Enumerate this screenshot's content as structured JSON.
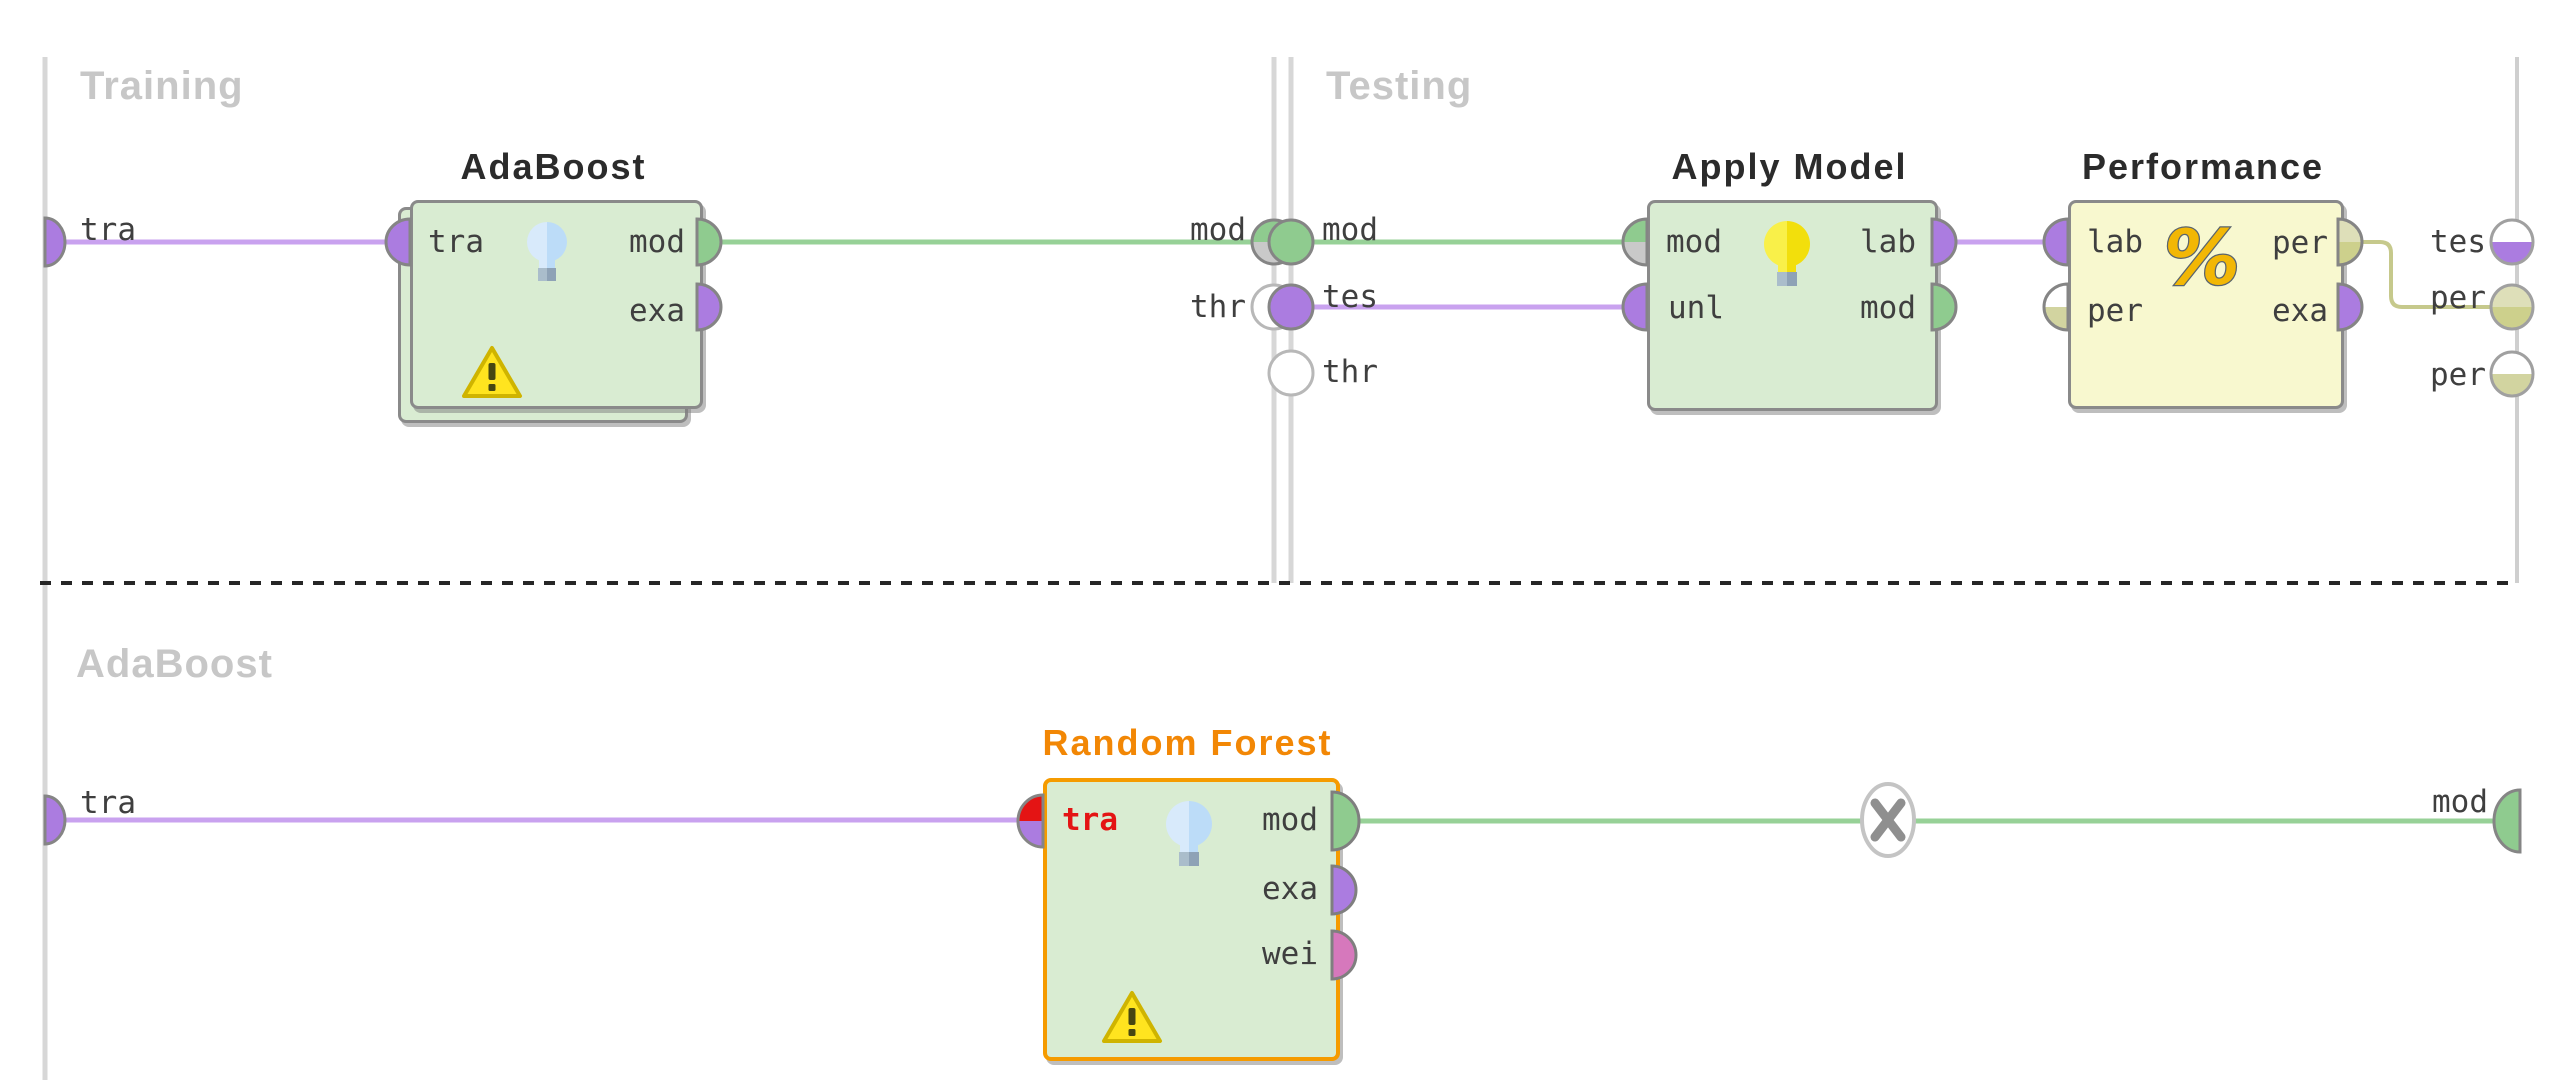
{
  "sections": {
    "training": "Training",
    "testing": "Testing",
    "adaboost_subprocess": "AdaBoost"
  },
  "operators": {
    "adaboost": {
      "title": "AdaBoost",
      "selected": false,
      "warning": true,
      "ports": {
        "in_tra": "tra",
        "out_mod": "mod",
        "out_exa": "exa"
      }
    },
    "apply_model": {
      "title": "Apply Model",
      "selected": false,
      "warning": false,
      "ports": {
        "in_mod": "mod",
        "in_unl": "unl",
        "out_lab": "lab",
        "out_mod": "mod"
      }
    },
    "performance": {
      "title": "Performance",
      "icon_glyph": "%",
      "selected": false,
      "warning": false,
      "ports": {
        "in_lab": "lab",
        "in_per": "per",
        "out_per": "per",
        "out_exa": "exa"
      }
    },
    "random_forest": {
      "title": "Random Forest",
      "selected": true,
      "warning": true,
      "ports": {
        "in_tra": "tra",
        "out_mod": "mod",
        "out_exa": "exa",
        "out_wei": "wei"
      }
    }
  },
  "wall_ports": {
    "training_src_tra": "tra",
    "training_sink_mod": "mod",
    "training_sink_thr": "thr",
    "testing_src_mod": "mod",
    "testing_src_tes": "tes",
    "testing_src_thr": "thr",
    "testing_sink_tes": "tes",
    "testing_sink_per1": "per",
    "testing_sink_per2": "per",
    "subprocess_src_tra": "tra",
    "subprocess_sink_mod": "mod"
  },
  "colors": {
    "operator_green": "#d9ecd2",
    "performance_yellow": "#f8f8cf",
    "selection_orange": "#f59b00",
    "port_purple": "#ab7ce0",
    "port_green": "#8fcb8f",
    "port_olive": "#d2d4a0",
    "port_pink": "#d678bc",
    "port_red": "#e41414",
    "connection_green": "#97d197",
    "connection_purple": "#c9a2ef",
    "connection_olive": "#c6c98c",
    "warning_yellow": "#ffe41f",
    "section_label_gray": "#c7c7c7"
  }
}
